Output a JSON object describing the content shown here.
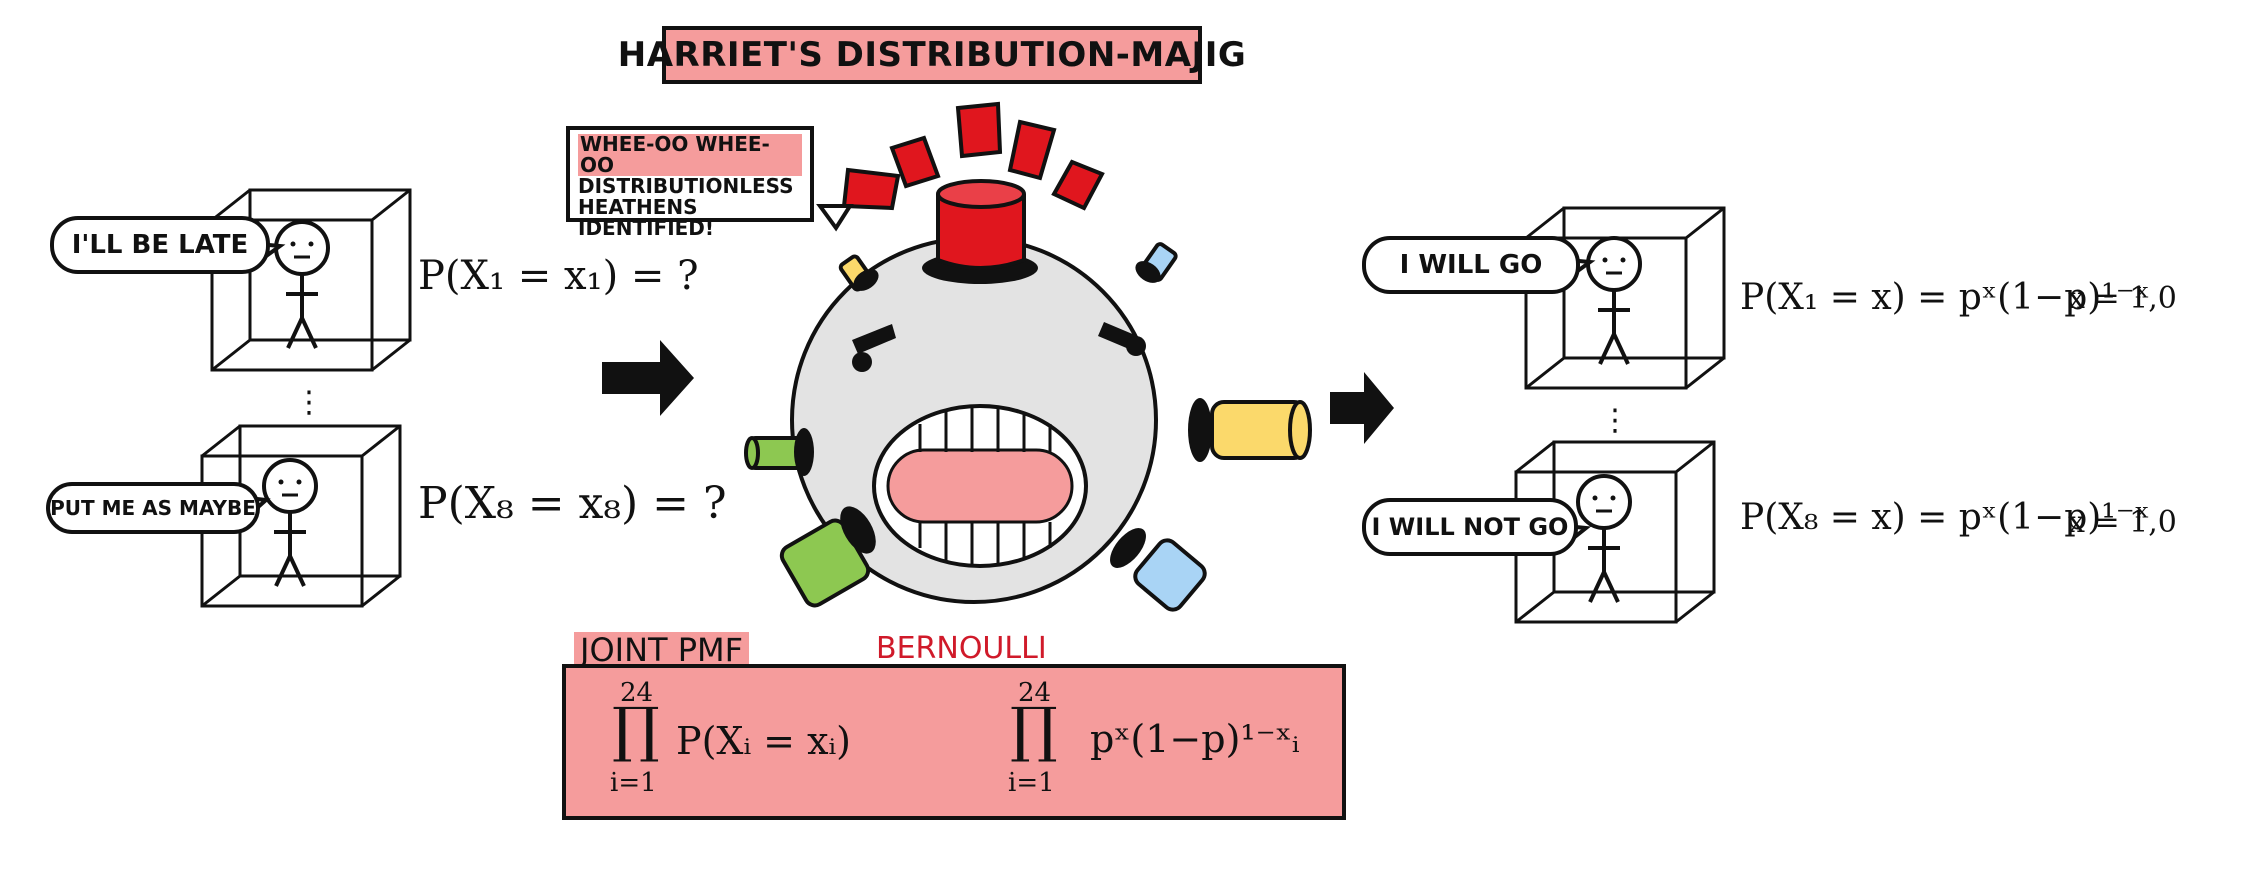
{
  "title": "HARRIET'S DISTRIBUTION-MAJIG",
  "alarm_text": {
    "line1": "WHEE-OO WHEE-OO",
    "line2": "DISTRIBUTIONLESS",
    "line3": "HEATHENS IDENTIFIED!"
  },
  "left": {
    "person1_bubble": "I'LL BE LATE",
    "person1_formula": "P(X₁ = x₁) = ?",
    "ellipsis": "⋮",
    "person2_bubble": "PUT ME AS MAYBE",
    "person2_formula": "P(X₈ = x₈) = ?"
  },
  "right": {
    "person1_bubble": "I WILL GO",
    "person1_formula": "P(X₁ = x) = pˣ(1−p)¹⁻ˣ",
    "person1_domain": "x = 1,0",
    "ellipsis": "⋮",
    "person2_bubble": "I WILL NOT GO",
    "person2_formula": "P(X₈ = x) = pˣ(1−p)¹⁻ˣ",
    "person2_domain": "x = 1,0"
  },
  "joint_pmf": {
    "label": "JOINT PMF",
    "bernoulli_label": "BERNOULLI",
    "left_upper": "24",
    "left_product": "∏",
    "left_lower": "i=1",
    "left_expr": "P(Xᵢ = xᵢ)",
    "right_upper": "24",
    "right_product": "∏",
    "right_lower": "i=1",
    "right_expr": "pˣ(1−p)¹⁻ˣᵢ"
  },
  "colors": {
    "pink": "#f59c9c",
    "red": "#e0161e",
    "grey": "#e3e3e3",
    "yellow": "#fbd96b",
    "blue": "#a9d4f5",
    "green": "#8dc851"
  }
}
